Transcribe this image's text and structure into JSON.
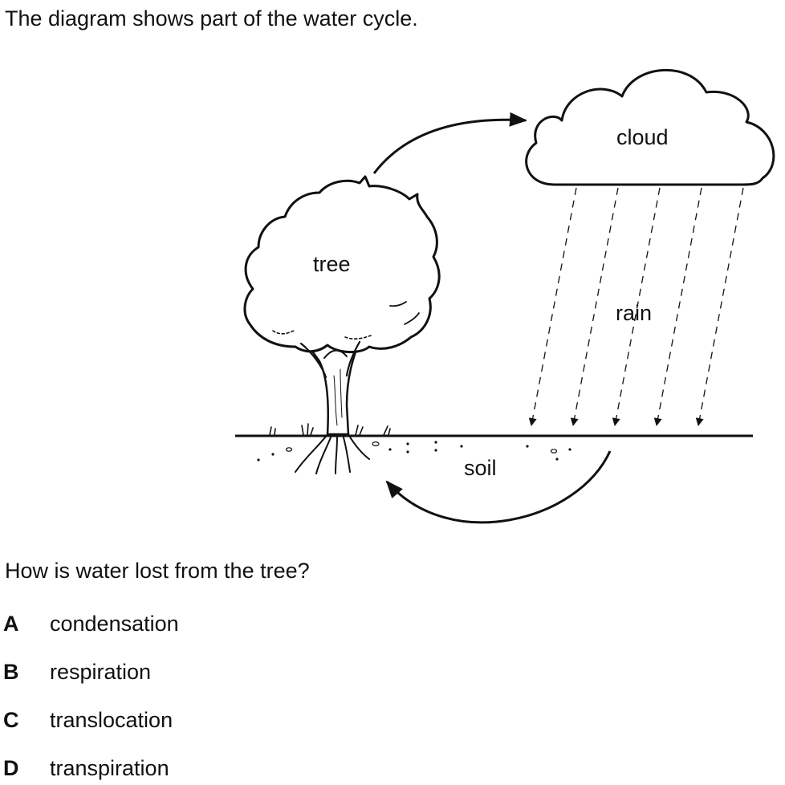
{
  "intro": "The diagram shows part of the water cycle.",
  "labels": {
    "tree": "tree",
    "cloud": "cloud",
    "rain": "rain",
    "soil": "soil"
  },
  "question": "How is water lost from the tree?",
  "options": [
    {
      "letter": "A",
      "text": "condensation"
    },
    {
      "letter": "B",
      "text": "respiration"
    },
    {
      "letter": "C",
      "text": "translocation"
    },
    {
      "letter": "D",
      "text": "transpiration"
    }
  ]
}
